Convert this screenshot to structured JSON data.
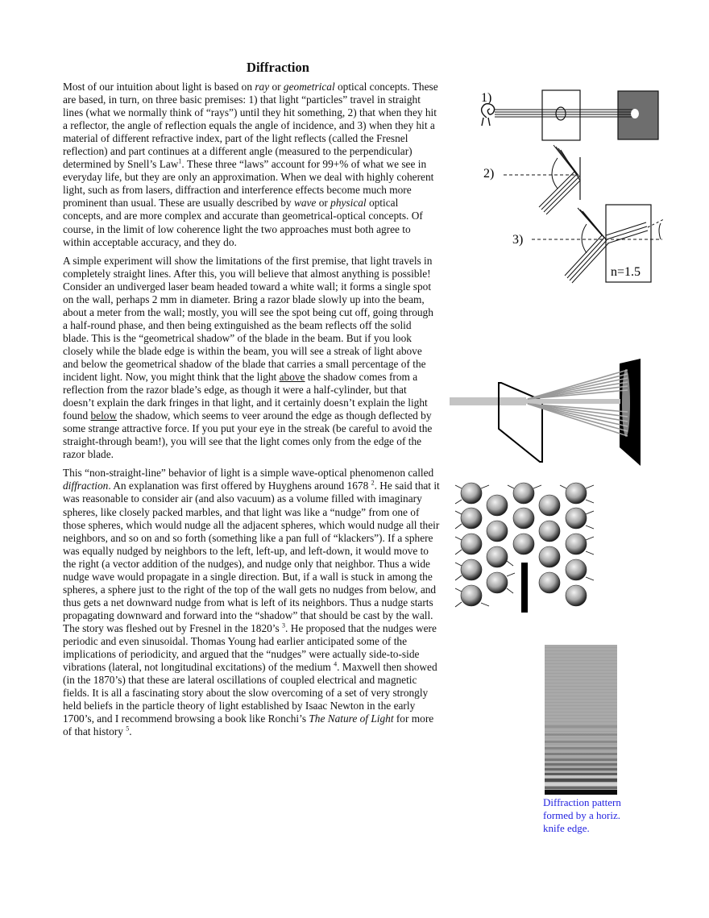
{
  "document": {
    "title": "Diffraction",
    "paragraphs": [
      {
        "segments": [
          {
            "t": "Most of our intuition about light is based on "
          },
          {
            "t": "ray",
            "style": "italic"
          },
          {
            "t": " or "
          },
          {
            "t": "geometrical",
            "style": "italic"
          },
          {
            "t": " optical concepts. These are based, in turn, on three basic premises: 1) that light “particles” travel in straight lines (what we normally think of “rays”) until they hit something, 2) that when they hit a reflector, the angle of reflection equals the angle of incidence, and 3) when they hit a material of different refractive index, part of the light reflects (called the Fresnel reflection) and part continues at a different angle (measured to the perpendicular) determined by Snell’s Law"
          },
          {
            "t": "1",
            "style": "sup"
          },
          {
            "t": ".  These three “laws” account for 99+% of what we see in everyday life, but they are only an approximation.  When we deal with highly coherent light, such as from lasers, diffraction and interference effects become much more prominent than usual.  These are usually described by "
          },
          {
            "t": "wave",
            "style": "italic"
          },
          {
            "t": " or "
          },
          {
            "t": "physical",
            "style": "italic"
          },
          {
            "t": " optical concepts, and are more complex and accurate than geometrical-optical concepts.  Of course, in the limit of low coherence light the two approaches must both agree to within acceptable accuracy, and they do."
          }
        ]
      },
      {
        "segments": [
          {
            "t": "A simple experiment will show the limitations of the first premise, that light travels in completely straight lines.  After this, you will believe that almost anything is possible!  Consider an undiverged laser beam headed toward a white wall; it forms a single spot on the wall, perhaps 2 mm in diameter.  Bring a razor blade slowly up into the beam, about a meter from the wall; mostly, you will see the spot being cut off, going through a half-round phase, and then being extinguished as the beam reflects off the solid blade.  This is the “geometrical shadow” of the blade in the beam.  But if you look closely while the blade edge is within the beam, you will see a streak of light above and below the geometrical shadow of the blade that carries a small percentage of the incident light.  Now, you might think that the light "
          },
          {
            "t": "above",
            "style": "underline"
          },
          {
            "t": " the shadow comes from a reflection from the razor blade’s edge, as though it were a half-cylinder, but that doesn’t explain the dark fringes in that light, and it certainly doesn’t explain the light found "
          },
          {
            "t": "below",
            "style": "underline"
          },
          {
            "t": " the shadow, which seems to veer around the edge as though deflected by some strange attractive force.  If you put your eye in the streak (be careful to avoid the straight-through beam!), you will see that the light comes only from the edge of the razor blade."
          }
        ]
      },
      {
        "segments": [
          {
            "t": "This “non-straight-line” behavior of light is a simple wave-optical phenomenon called "
          },
          {
            "t": "diffraction",
            "style": "italic"
          },
          {
            "t": ".  An explanation was first offered by Huyghens around 1678 "
          },
          {
            "t": "2",
            "style": "sup"
          },
          {
            "t": ".  He said that it was reasonable to consider air (and also vacuum) as a volume filled with imaginary spheres, like closely packed marbles, and that light was like a “nudge” from one of those spheres, which would nudge all the adjacent spheres, which would nudge all their neighbors, and so on and so forth (something like a pan full of “klackers”).  If a sphere was equally nudged by neighbors to the left, left-up, and left-down, it would move to the right (a vector addition of the nudges), and nudge only that neighbor. Thus a wide nudge wave would propagate in a single direction.  But, if a wall is stuck in among the spheres, a sphere just to the right of the top of the wall gets no nudges from below, and thus gets a net downward nudge from what is left of its neighbors.  Thus a nudge starts propagating downward and forward into the “shadow” that should be cast by the wall.  The story was fleshed out by Fresnel in the 1820’s "
          },
          {
            "t": "3",
            "style": "sup"
          },
          {
            "t": ".  He proposed that the nudges were periodic and even sinusoidal.  Thomas Young had earlier anticipated some of the implications of periodicity, and argued that the “nudges” were actually side-to-side vibrations (lateral, not longitudinal excitations) of the medium "
          },
          {
            "t": "4",
            "style": "sup"
          },
          {
            "t": ".  Maxwell then showed (in the 1870’s) that these are lateral oscillations of coupled electrical and magnetic fields.  It is all a fascinating story about the slow overcoming of a set of very strongly held beliefs in the particle theory of light established by Isaac Newton in the early 1700’s, and I recommend browsing a book like Ronchi’s "
          },
          {
            "t": "The Nature of Light",
            "style": "italic"
          },
          {
            "t": " for more of that history "
          },
          {
            "t": "5",
            "style": "sup"
          },
          {
            "t": "."
          }
        ]
      }
    ]
  },
  "figures": {
    "ray_laws": {
      "labels": [
        "1)",
        "2)",
        "3)"
      ],
      "refractive_index_label": "n=1.5"
    },
    "razor_blade": {
      "description": "laser beam diffracted by razor blade edge onto wall"
    },
    "huygens_spheres": {
      "description": "packed spheres with nudge arrows and a wall"
    },
    "fringe_photo": {
      "caption": "Diffraction pattern formed by a horiz. knife edge.",
      "caption_color": "#2323e0"
    }
  }
}
